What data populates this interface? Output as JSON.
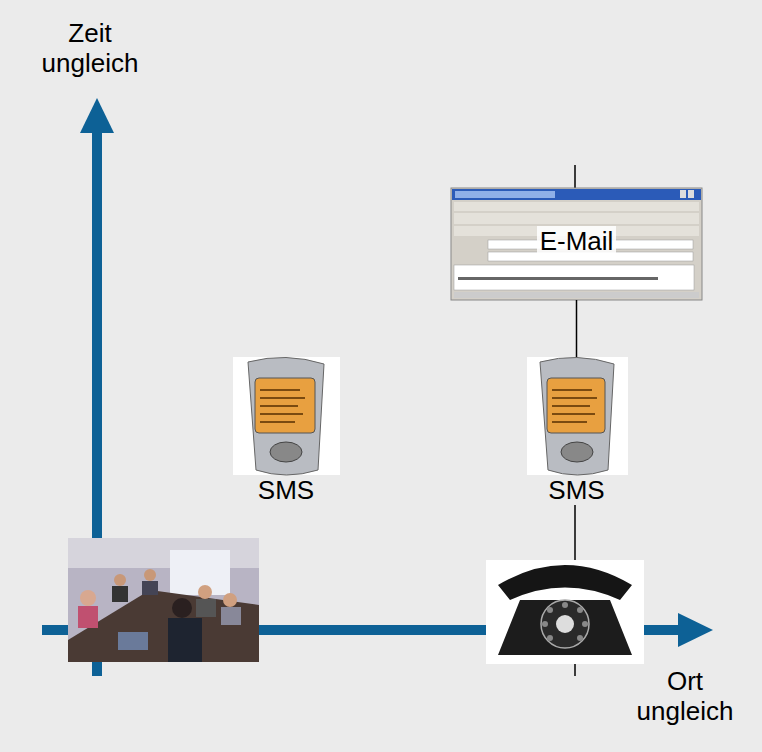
{
  "diagram": {
    "nodes": [
      {
        "text": [
          "E-Mail"
        ]
      },
      {
        "text": [
          "SMS"
        ]
      },
      {
        "text": [
          "SMS"
        ]
      }
    ],
    "edges": [
      {
        "from": 0,
        "to": 2,
        "arrow": "none"
      }
    ],
    "labels": [
      "Zeit ungleich",
      "Ort ungleich"
    ]
  }
}
